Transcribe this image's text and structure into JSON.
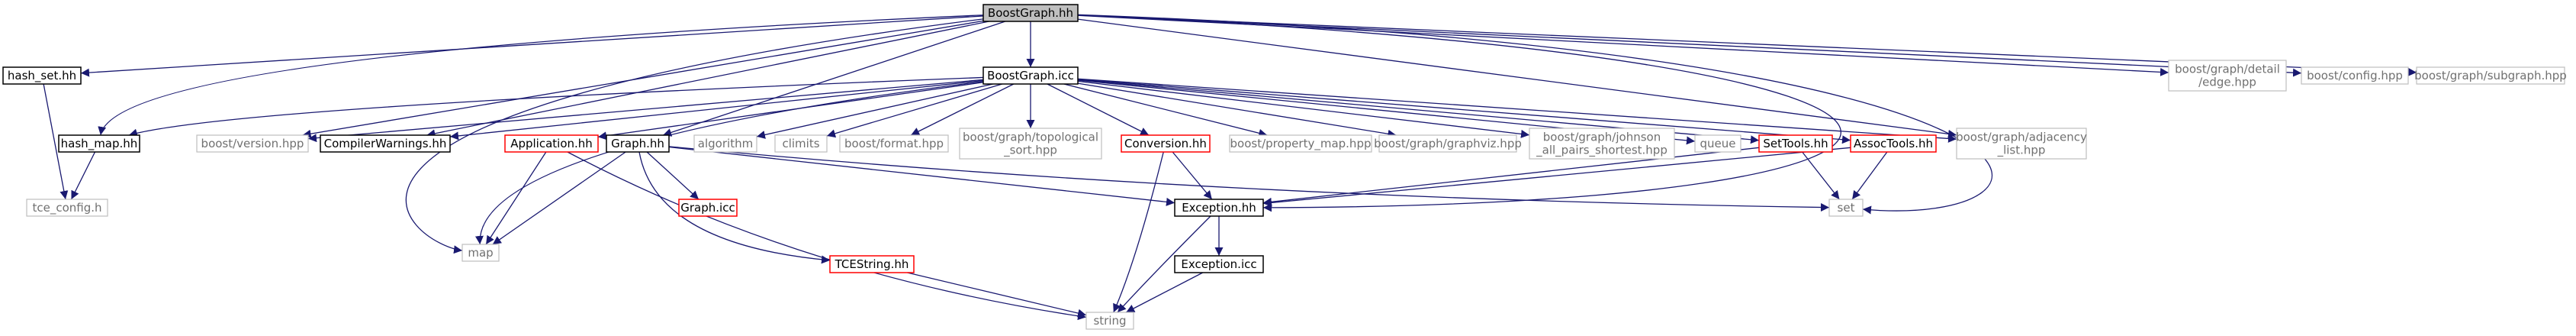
{
  "colors": {
    "edge": "#191970",
    "border_black": "#000000",
    "border_red": "#ff0000",
    "border_gray": "#bfbfbf",
    "root_fill": "#bfbfbf",
    "node_fill": "#ffffff",
    "muted_text": "#707070"
  },
  "nodes": [
    {
      "id": "boostgraph_hh",
      "name": "node-boostgraph-hh",
      "lines": [
        "BoostGraph.hh"
      ],
      "style": "root"
    },
    {
      "id": "hash_set",
      "name": "node-hash-set-hh",
      "lines": [
        "hash_set.hh"
      ],
      "style": "black"
    },
    {
      "id": "tce_config",
      "name": "node-tce-config-h",
      "lines": [
        "tce_config.h"
      ],
      "style": "gray"
    },
    {
      "id": "hash_map",
      "name": "node-hash-map-hh",
      "lines": [
        "hash_map.hh"
      ],
      "style": "black"
    },
    {
      "id": "map",
      "name": "node-map",
      "lines": [
        "map"
      ],
      "style": "gray"
    },
    {
      "id": "boost_version",
      "name": "node-boost-version-hpp",
      "lines": [
        "boost/version.hpp"
      ],
      "style": "gray"
    },
    {
      "id": "compiler_warnings",
      "name": "node-compilerwarnings-hh",
      "lines": [
        "CompilerWarnings.hh"
      ],
      "style": "black"
    },
    {
      "id": "graph_hh",
      "name": "node-graph-hh",
      "lines": [
        "Graph.hh"
      ],
      "style": "black"
    },
    {
      "id": "boostgraph_icc",
      "name": "node-boostgraph-icc",
      "lines": [
        "BoostGraph.icc"
      ],
      "style": "black"
    },
    {
      "id": "application",
      "name": "node-application-hh",
      "lines": [
        "Application.hh"
      ],
      "style": "red"
    },
    {
      "id": "graph_icc",
      "name": "node-graph-icc",
      "lines": [
        "Graph.icc"
      ],
      "style": "red"
    },
    {
      "id": "algorithm",
      "name": "node-algorithm",
      "lines": [
        "algorithm"
      ],
      "style": "gray"
    },
    {
      "id": "climits",
      "name": "node-climits",
      "lines": [
        "climits"
      ],
      "style": "gray"
    },
    {
      "id": "boost_format",
      "name": "node-boost-format-hpp",
      "lines": [
        "boost/format.hpp"
      ],
      "style": "gray"
    },
    {
      "id": "topological_sort",
      "name": "node-boost-graph-topological-sort-hpp",
      "lines": [
        "boost/graph/topological",
        "_sort.hpp"
      ],
      "style": "gray"
    },
    {
      "id": "conversion",
      "name": "node-conversion-hh",
      "lines": [
        "Conversion.hh"
      ],
      "style": "red"
    },
    {
      "id": "tcestring",
      "name": "node-tcestring-hh",
      "lines": [
        "TCEString.hh"
      ],
      "style": "red"
    },
    {
      "id": "string",
      "name": "node-string",
      "lines": [
        "string"
      ],
      "style": "gray"
    },
    {
      "id": "exception_hh",
      "name": "node-exception-hh",
      "lines": [
        "Exception.hh"
      ],
      "style": "black"
    },
    {
      "id": "exception_icc",
      "name": "node-exception-icc",
      "lines": [
        "Exception.icc"
      ],
      "style": "black"
    },
    {
      "id": "property_map",
      "name": "node-boost-property-map-hpp",
      "lines": [
        "boost/property_map.hpp"
      ],
      "style": "gray"
    },
    {
      "id": "graphviz",
      "name": "node-boost-graph-graphviz-hpp",
      "lines": [
        "boost/graph/graphviz.hpp"
      ],
      "style": "gray"
    },
    {
      "id": "johnson",
      "name": "node-boost-graph-johnson-all-pairs-shortest-hpp",
      "lines": [
        "boost/graph/johnson",
        "_all_pairs_shortest.hpp"
      ],
      "style": "gray"
    },
    {
      "id": "queue",
      "name": "node-queue",
      "lines": [
        "queue"
      ],
      "style": "gray"
    },
    {
      "id": "settools",
      "name": "node-settools-hh",
      "lines": [
        "SetTools.hh"
      ],
      "style": "red"
    },
    {
      "id": "assoctools",
      "name": "node-assoctools-hh",
      "lines": [
        "AssocTools.hh"
      ],
      "style": "red"
    },
    {
      "id": "set",
      "name": "node-set",
      "lines": [
        "set"
      ],
      "style": "gray"
    },
    {
      "id": "adjacency_list",
      "name": "node-boost-graph-adjacency-list-hpp",
      "lines": [
        "boost/graph/adjacency",
        "_list.hpp"
      ],
      "style": "gray"
    },
    {
      "id": "detail_edge",
      "name": "node-boost-graph-detail-edge-hpp",
      "lines": [
        "boost/graph/detail",
        "/edge.hpp"
      ],
      "style": "gray"
    },
    {
      "id": "boost_config",
      "name": "node-boost-config-hpp",
      "lines": [
        "boost/config.hpp"
      ],
      "style": "gray"
    },
    {
      "id": "subgraph",
      "name": "node-boost-graph-subgraph-hpp",
      "lines": [
        "boost/graph/subgraph.hpp"
      ],
      "style": "gray"
    }
  ],
  "edges": [
    [
      "boostgraph_hh",
      "hash_set"
    ],
    [
      "boostgraph_hh",
      "hash_map"
    ],
    [
      "boostgraph_hh",
      "map"
    ],
    [
      "boostgraph_hh",
      "compiler_warnings"
    ],
    [
      "boostgraph_hh",
      "boost_version"
    ],
    [
      "boostgraph_hh",
      "graph_hh"
    ],
    [
      "boostgraph_hh",
      "boostgraph_icc"
    ],
    [
      "boostgraph_hh",
      "adjacency_list"
    ],
    [
      "boostgraph_hh",
      "exception_hh"
    ],
    [
      "boostgraph_hh",
      "set"
    ],
    [
      "boostgraph_hh",
      "detail_edge"
    ],
    [
      "boostgraph_hh",
      "boost_config"
    ],
    [
      "boostgraph_hh",
      "subgraph"
    ],
    [
      "hash_set",
      "tce_config"
    ],
    [
      "hash_map",
      "tce_config"
    ],
    [
      "boostgraph_icc",
      "hash_map"
    ],
    [
      "boostgraph_icc",
      "boost_version"
    ],
    [
      "boostgraph_icc",
      "compiler_warnings"
    ],
    [
      "boostgraph_icc",
      "map"
    ],
    [
      "boostgraph_icc",
      "application"
    ],
    [
      "boostgraph_icc",
      "algorithm"
    ],
    [
      "boostgraph_icc",
      "climits"
    ],
    [
      "boostgraph_icc",
      "boost_format"
    ],
    [
      "boostgraph_icc",
      "topological_sort"
    ],
    [
      "boostgraph_icc",
      "conversion"
    ],
    [
      "boostgraph_icc",
      "property_map"
    ],
    [
      "boostgraph_icc",
      "graphviz"
    ],
    [
      "boostgraph_icc",
      "johnson"
    ],
    [
      "boostgraph_icc",
      "queue"
    ],
    [
      "boostgraph_icc",
      "settools"
    ],
    [
      "boostgraph_icc",
      "assoctools"
    ],
    [
      "boostgraph_icc",
      "adjacency_list"
    ],
    [
      "application",
      "map"
    ],
    [
      "application",
      "string"
    ],
    [
      "graph_hh",
      "map"
    ],
    [
      "graph_hh",
      "graph_icc"
    ],
    [
      "graph_hh",
      "tcestring"
    ],
    [
      "graph_hh",
      "exception_hh"
    ],
    [
      "graph_hh",
      "set"
    ],
    [
      "conversion",
      "exception_hh"
    ],
    [
      "conversion",
      "string"
    ],
    [
      "tcestring",
      "string"
    ],
    [
      "exception_hh",
      "exception_icc"
    ],
    [
      "exception_hh",
      "string"
    ],
    [
      "exception_icc",
      "string"
    ],
    [
      "settools",
      "exception_hh"
    ],
    [
      "settools",
      "set"
    ],
    [
      "assoctools",
      "exception_hh"
    ],
    [
      "assoctools",
      "set"
    ]
  ]
}
